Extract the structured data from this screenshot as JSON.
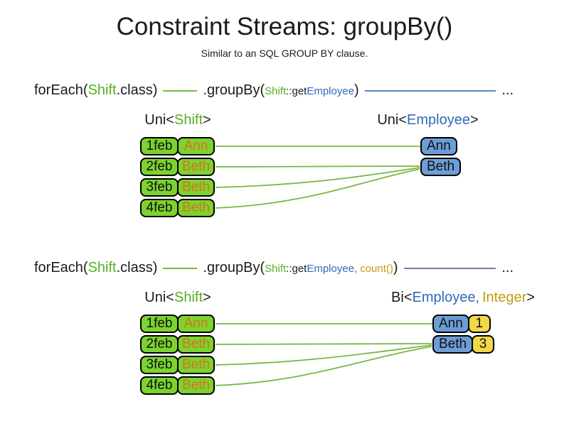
{
  "title": "Constraint Streams: groupBy()",
  "subtitle": "Similar to an SQL GROUP BY clause.",
  "colors": {
    "shift_green_text": "#54B121",
    "employee_blue_text": "#2F6BB8",
    "integer_gold_text": "#C49B0E",
    "orange_name_text": "#D9711E",
    "box_green_fill": "#7CD32F",
    "box_blue_fill": "#6D9DD6",
    "box_yellow_fill": "#F2D747",
    "connector_green": "#76B845",
    "stream_line_green": "#6FBE3E",
    "stream_line_blue": "#5B85C2",
    "stream_line_purple": "#8574AE"
  },
  "section1": {
    "code": {
      "foreach_fn": "forEach(",
      "foreach_arg": "Shift",
      "foreach_close": ".class)",
      "groupby_fn": ".groupBy(",
      "key_class": "Shift",
      "key_method": "::get",
      "key_type": "Employee",
      "groupby_close": ")",
      "ellipsis": "..."
    },
    "left_label": {
      "prefix": "Uni<",
      "type": "Shift",
      "suffix": ">"
    },
    "right_label": {
      "prefix": "Uni<",
      "type": "Employee",
      "suffix": ">"
    },
    "shifts": [
      {
        "date": "1feb",
        "employee": "Ann"
      },
      {
        "date": "2feb",
        "employee": "Beth"
      },
      {
        "date": "3feb",
        "employee": "Beth"
      },
      {
        "date": "4feb",
        "employee": "Beth"
      }
    ],
    "groups": [
      {
        "employee": "Ann"
      },
      {
        "employee": "Beth"
      }
    ]
  },
  "section2": {
    "code": {
      "foreach_fn": "forEach(",
      "foreach_arg": "Shift",
      "foreach_close": ".class)",
      "groupby_fn": ".groupBy(",
      "key_class": "Shift",
      "key_method": "::get",
      "key_type": "Employee,",
      "collector": "count()",
      "groupby_close": ")",
      "ellipsis": "..."
    },
    "left_label": {
      "prefix": "Uni<",
      "type": "Shift",
      "suffix": ">"
    },
    "right_label": {
      "prefix": "Bi<",
      "type1": "Employee,",
      "type2": "Integer",
      "suffix": ">"
    },
    "shifts": [
      {
        "date": "1feb",
        "employee": "Ann"
      },
      {
        "date": "2feb",
        "employee": "Beth"
      },
      {
        "date": "3feb",
        "employee": "Beth"
      },
      {
        "date": "4feb",
        "employee": "Beth"
      }
    ],
    "groups": [
      {
        "employee": "Ann",
        "count": "1"
      },
      {
        "employee": "Beth",
        "count": "3"
      }
    ]
  }
}
